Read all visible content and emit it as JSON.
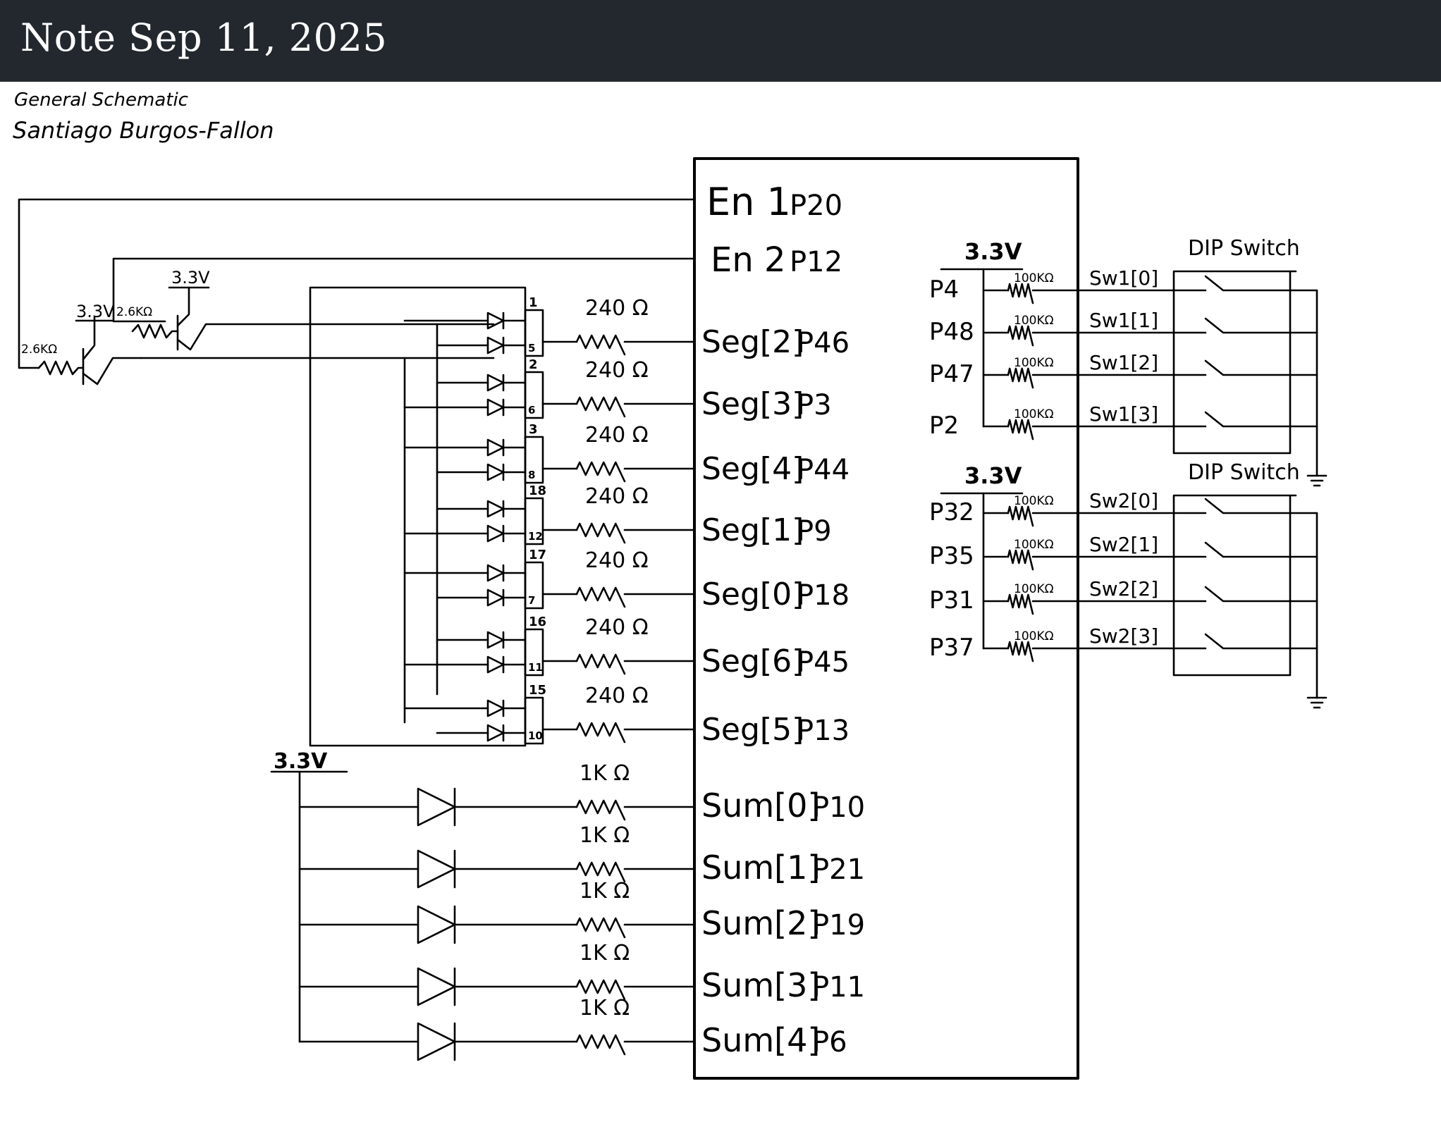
{
  "header": {
    "title": "Note Sep 11, 2025"
  },
  "note": {
    "line1": "General Schematic",
    "line2": "Santiago Burgos-Fallon"
  },
  "fpga": {
    "enables": [
      {
        "label": "En 1",
        "pin": "P20"
      },
      {
        "label": "En 2",
        "pin": "P12"
      }
    ],
    "segments": [
      {
        "label": "Seg[2]",
        "pin": "P46",
        "res": "240 Ω",
        "led_num_a": "1",
        "led_num_b": "5"
      },
      {
        "label": "Seg[3]",
        "pin": "P3",
        "res": "240 Ω",
        "led_num_a": "2",
        "led_num_b": "6"
      },
      {
        "label": "Seg[4]",
        "pin": "P44",
        "res": "240 Ω",
        "led_num_a": "3",
        "led_num_b": "8"
      },
      {
        "label": "Seg[1]",
        "pin": "P9",
        "res": "240 Ω",
        "led_num_a": "18",
        "led_num_b": "12"
      },
      {
        "label": "Seg[0]",
        "pin": "P18",
        "res": "240 Ω",
        "led_num_a": "17",
        "led_num_b": "7"
      },
      {
        "label": "Seg[6]",
        "pin": "P45",
        "res": "240 Ω",
        "led_num_a": "16",
        "led_num_b": "11"
      },
      {
        "label": "Seg[5]",
        "pin": "P13",
        "res": "240 Ω",
        "led_num_a": "15",
        "led_num_b": "10"
      }
    ],
    "sums": [
      {
        "label": "Sum[0]",
        "pin": "P10",
        "res": "1K Ω"
      },
      {
        "label": "Sum[1]",
        "pin": "P21",
        "res": "1K Ω"
      },
      {
        "label": "Sum[2]",
        "pin": "P19",
        "res": "1K Ω"
      },
      {
        "label": "Sum[3]",
        "pin": "P11",
        "res": "1K Ω"
      },
      {
        "label": "Sum[4]",
        "pin": "P6",
        "res": "1K Ω"
      }
    ]
  },
  "transistors": {
    "vcc1": "3.3V",
    "vcc2": "3.3V",
    "r1": "2.6KΩ",
    "r2": "2.6KΩ"
  },
  "led_supply": "3.3V",
  "dip1": {
    "title": "DIP Switch",
    "vcc": "3.3V",
    "rows": [
      {
        "pin": "P4",
        "res": "100KΩ",
        "sig": "Sw1[0]"
      },
      {
        "pin": "P48",
        "res": "100KΩ",
        "sig": "Sw1[1]"
      },
      {
        "pin": "P47",
        "res": "100KΩ",
        "sig": "Sw1[2]"
      },
      {
        "pin": "P2",
        "res": "100KΩ",
        "sig": "Sw1[3]"
      }
    ]
  },
  "dip2": {
    "title": "DIP Switch",
    "vcc": "3.3V",
    "rows": [
      {
        "pin": "P32",
        "res": "100KΩ",
        "sig": "Sw2[0]"
      },
      {
        "pin": "P35",
        "res": "100KΩ",
        "sig": "Sw2[1]"
      },
      {
        "pin": "P31",
        "res": "100KΩ",
        "sig": "Sw2[2]"
      },
      {
        "pin": "P37",
        "res": "100KΩ",
        "sig": "Sw2[3]"
      }
    ]
  }
}
